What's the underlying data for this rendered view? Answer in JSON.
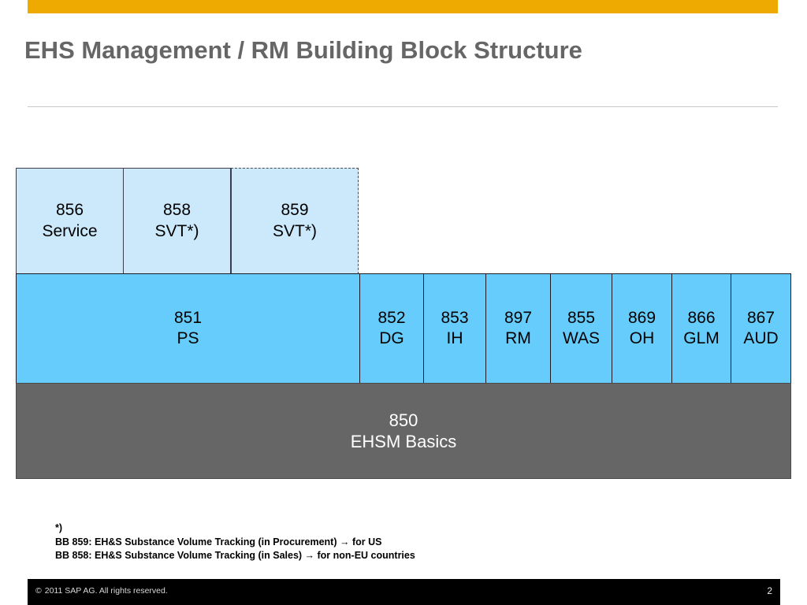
{
  "slide": {
    "title": "EHS Management / RM Building Block Structure",
    "accent_color": "#eeaa00",
    "title_color": "#666666"
  },
  "diagram": {
    "colors": {
      "light_blue": "#cce8fb",
      "medium_blue": "#66ccfb",
      "gray": "#666666"
    },
    "top_row": [
      {
        "code": "856",
        "name": "Service",
        "border": "solid"
      },
      {
        "code": "858",
        "name": "SVT*)",
        "border": "solid"
      },
      {
        "code": "859",
        "name": "SVT*)",
        "border": "dashed"
      }
    ],
    "middle_row": [
      {
        "code": "851",
        "name": "PS"
      },
      {
        "code": "852",
        "name": "DG"
      },
      {
        "code": "853",
        "name": "IH"
      },
      {
        "code": "897",
        "name": "RM"
      },
      {
        "code": "855",
        "name": "WAS"
      },
      {
        "code": "869",
        "name": "OH"
      },
      {
        "code": "866",
        "name": "GLM"
      },
      {
        "code": "867",
        "name": "AUD"
      }
    ],
    "bottom_row": {
      "code": "850",
      "name": "EHSM Basics"
    }
  },
  "footnote": {
    "marker": "*)",
    "line1": "BB 859: EH&S Substance Volume Tracking (in Procurement) → for US",
    "line2": "BB 858: EH&S Substance Volume Tracking (in Sales) → for non-EU countries"
  },
  "footer": {
    "copyright_symbol": "©",
    "copyright_text": "2011 SAP AG. All rights reserved.",
    "page_number": "2"
  }
}
